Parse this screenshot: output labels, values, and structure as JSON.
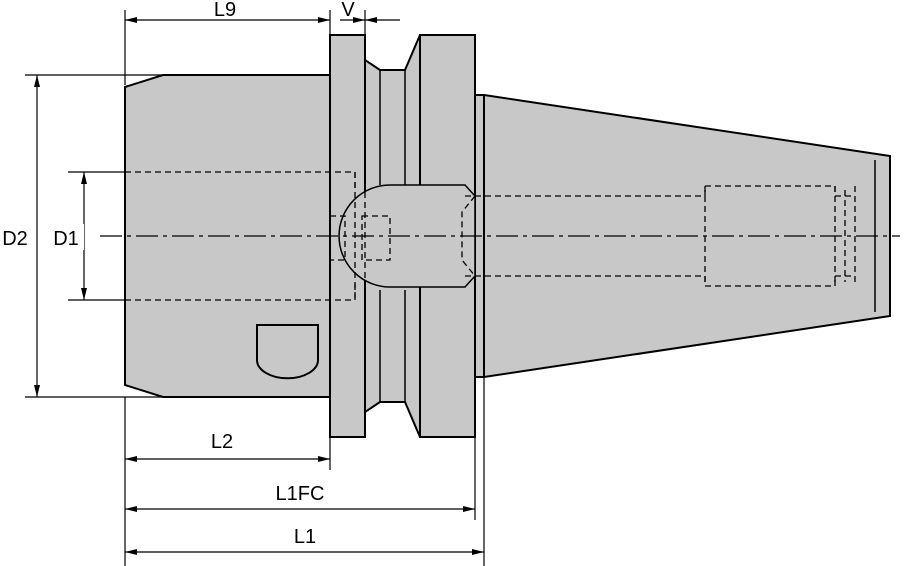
{
  "diagram": {
    "labels": {
      "l9": "L9",
      "v": "V",
      "d2": "D2",
      "d1": "D1",
      "l2": "L2",
      "l1fc": "L1FC",
      "l1": "L1"
    },
    "colors": {
      "body_fill": "#c8c8c8",
      "line": "#000000",
      "background": "#ffffff"
    }
  }
}
